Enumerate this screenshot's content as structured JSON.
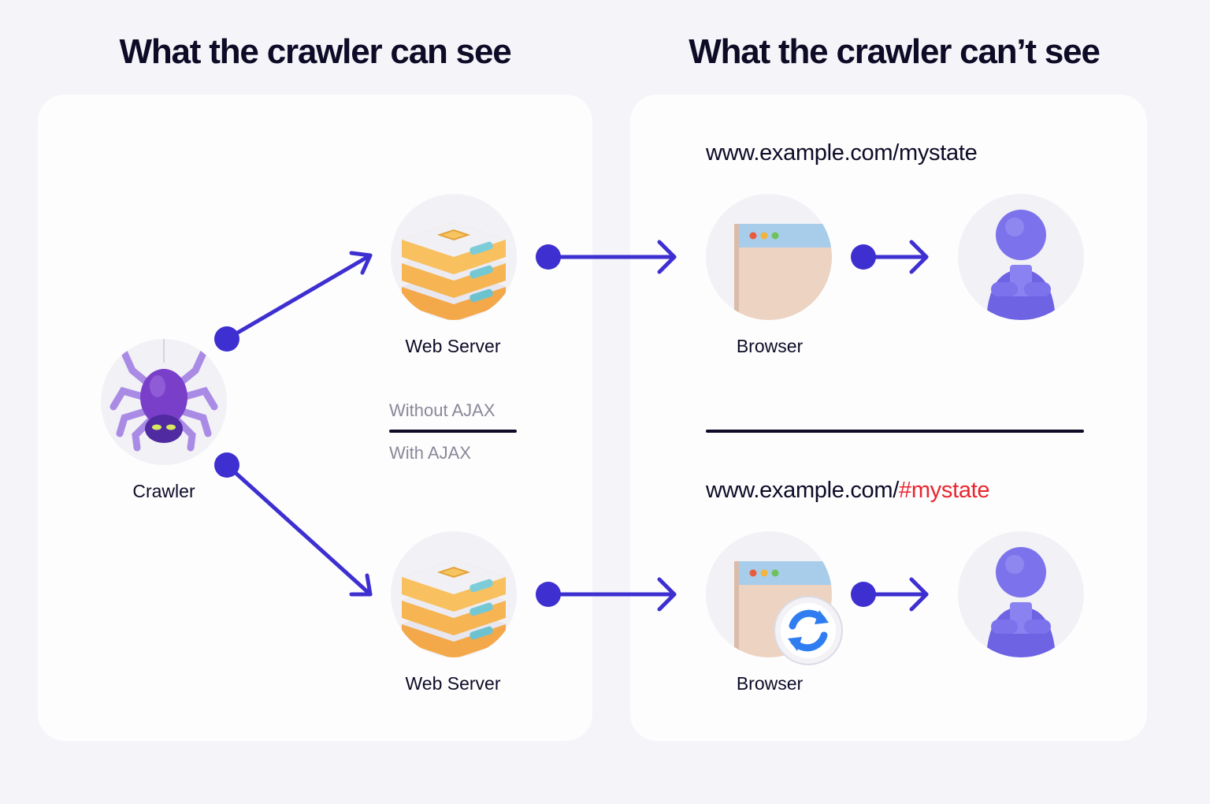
{
  "headings": {
    "left": "What the crawler can see",
    "right": "What the crawler can’t see"
  },
  "left_panel": {
    "crawler_label": "Crawler",
    "server_top_label": "Web Server",
    "server_bottom_label": "Web Server",
    "legend_top": "Without AJAX",
    "legend_bottom": "With AJAX"
  },
  "right_panel": {
    "url_top": "www.example.com/mystate",
    "url_bottom_prefix": "www.example.com/",
    "url_bottom_hash": "#mystate",
    "browser_top_label": "Browser",
    "browser_bottom_label": "Browser"
  },
  "colors": {
    "accent": "#3d2fd0",
    "hash": "#e8262f",
    "text": "#0d0b26",
    "legend_text": "#8a8898"
  },
  "icons": {
    "crawler": "spider-icon",
    "server": "server-stack-icon",
    "browser": "browser-window-icon",
    "refresh": "refresh-icon",
    "user": "user-icon"
  }
}
